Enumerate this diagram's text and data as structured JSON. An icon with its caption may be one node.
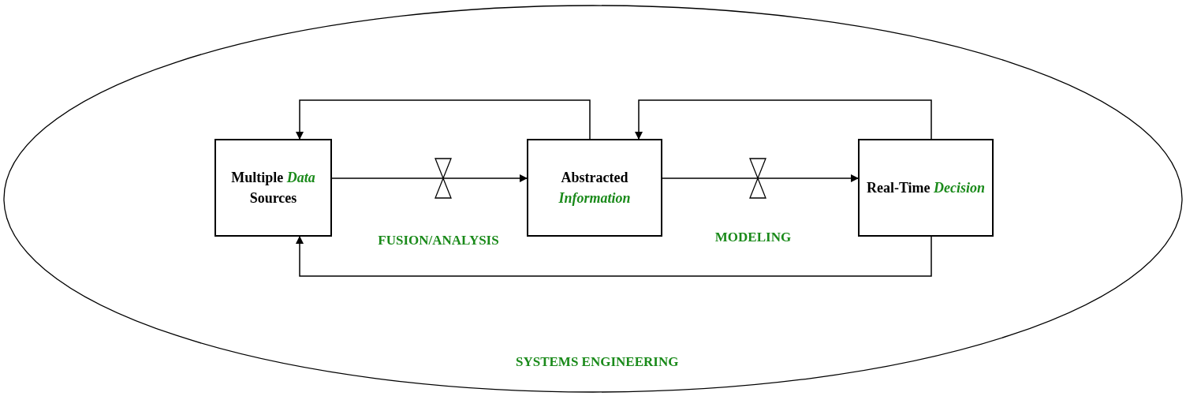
{
  "diagram": {
    "nodes": [
      {
        "text": [
          "SYSTEMS ENGINEERING"
        ]
      },
      {
        "text": [
          "Multiple *Data* Sources"
        ],
        "in": 0
      },
      {
        "text": [
          "Abstracted *Information*"
        ],
        "in": 0
      },
      {
        "text": [
          "Real-Time *Decision*"
        ],
        "in": 0
      }
    ],
    "edges": [
      {
        "from": 1,
        "to": 2,
        "arrow": "to"
      },
      {
        "from": 2,
        "to": 3,
        "arrow": "to"
      },
      {
        "from": 2,
        "to": 1,
        "arrow": "to"
      },
      {
        "from": 3,
        "to": 2,
        "arrow": "to"
      },
      {
        "from": 3,
        "to": 1,
        "arrow": "to"
      }
    ],
    "labels": [
      "FUSION/ANALYSIS",
      "MODELING"
    ]
  }
}
